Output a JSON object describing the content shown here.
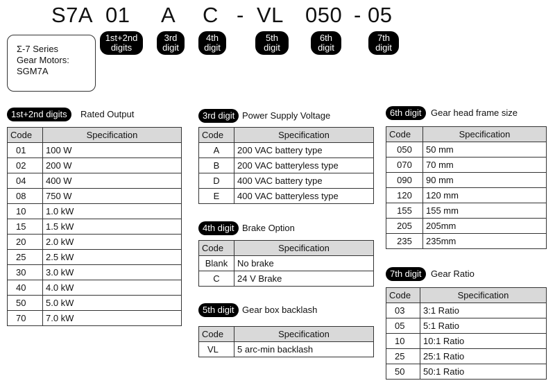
{
  "model_code": {
    "segments": [
      "S7A",
      "01",
      "A",
      "C",
      "-",
      "VL",
      "050",
      "-",
      "05"
    ]
  },
  "digit_labels": [
    {
      "line1": "1st+2nd",
      "line2": "digits"
    },
    {
      "line1": "3rd",
      "line2": "digit"
    },
    {
      "line1": "4th",
      "line2": "digit"
    },
    {
      "line1": "5th",
      "line2": "digit"
    },
    {
      "line1": "6th",
      "line2": "digit"
    },
    {
      "line1": "7th",
      "line2": "digit"
    }
  ],
  "series_box": {
    "line1": "Σ-7 Series",
    "line2": "Gear Motors:",
    "line3": "SGM7A"
  },
  "tables": {
    "rated_output": {
      "pill": "1st+2nd digits",
      "title": "Rated Output",
      "headers": [
        "Code",
        "Specification"
      ],
      "rows": [
        [
          "01",
          "100 W"
        ],
        [
          "02",
          "200 W"
        ],
        [
          "04",
          "400 W"
        ],
        [
          "08",
          "750 W"
        ],
        [
          "10",
          "1.0 kW"
        ],
        [
          "15",
          "1.5 kW"
        ],
        [
          "20",
          "2.0 kW"
        ],
        [
          "25",
          "2.5 kW"
        ],
        [
          "30",
          "3.0 kW"
        ],
        [
          "40",
          "4.0 kW"
        ],
        [
          "50",
          "5.0 kW"
        ],
        [
          "70",
          "7.0 kW"
        ]
      ]
    },
    "power_supply": {
      "pill": "3rd digit",
      "title": "Power Supply Voltage",
      "headers": [
        "Code",
        "Specification"
      ],
      "rows": [
        [
          "A",
          "200 VAC battery type"
        ],
        [
          "B",
          "200 VAC batteryless type"
        ],
        [
          "D",
          "400 VAC battery type"
        ],
        [
          "E",
          "400 VAC batteryless type"
        ]
      ]
    },
    "brake": {
      "pill": "4th digit",
      "title": "Brake Option",
      "headers": [
        "Code",
        "Specification"
      ],
      "rows": [
        [
          "Blank",
          "No brake"
        ],
        [
          "C",
          "24 V Brake"
        ]
      ]
    },
    "backlash": {
      "pill": "5th digit",
      "title": "Gear box backlash",
      "headers": [
        "Code",
        "Specification"
      ],
      "rows": [
        [
          "VL",
          "5 arc-min backlash"
        ]
      ]
    },
    "frame_size": {
      "pill": "6th digit",
      "title": "Gear head frame size",
      "headers": [
        "Code",
        "Specification"
      ],
      "rows": [
        [
          "050",
          "50 mm"
        ],
        [
          "070",
          "70 mm"
        ],
        [
          "090",
          "90 mm"
        ],
        [
          "120",
          "120 mm"
        ],
        [
          "155",
          "155 mm"
        ],
        [
          "205",
          "205mm"
        ],
        [
          "235",
          "235mm"
        ]
      ]
    },
    "gear_ratio": {
      "pill": "7th digit",
      "title": "Gear Ratio",
      "headers": [
        "Code",
        "Specification"
      ],
      "rows": [
        [
          "03",
          "3:1 Ratio"
        ],
        [
          "05",
          "5:1 Ratio"
        ],
        [
          "10",
          "10:1 Ratio"
        ],
        [
          "25",
          "25:1 Ratio"
        ],
        [
          "50",
          "50:1 Ratio"
        ]
      ]
    }
  }
}
